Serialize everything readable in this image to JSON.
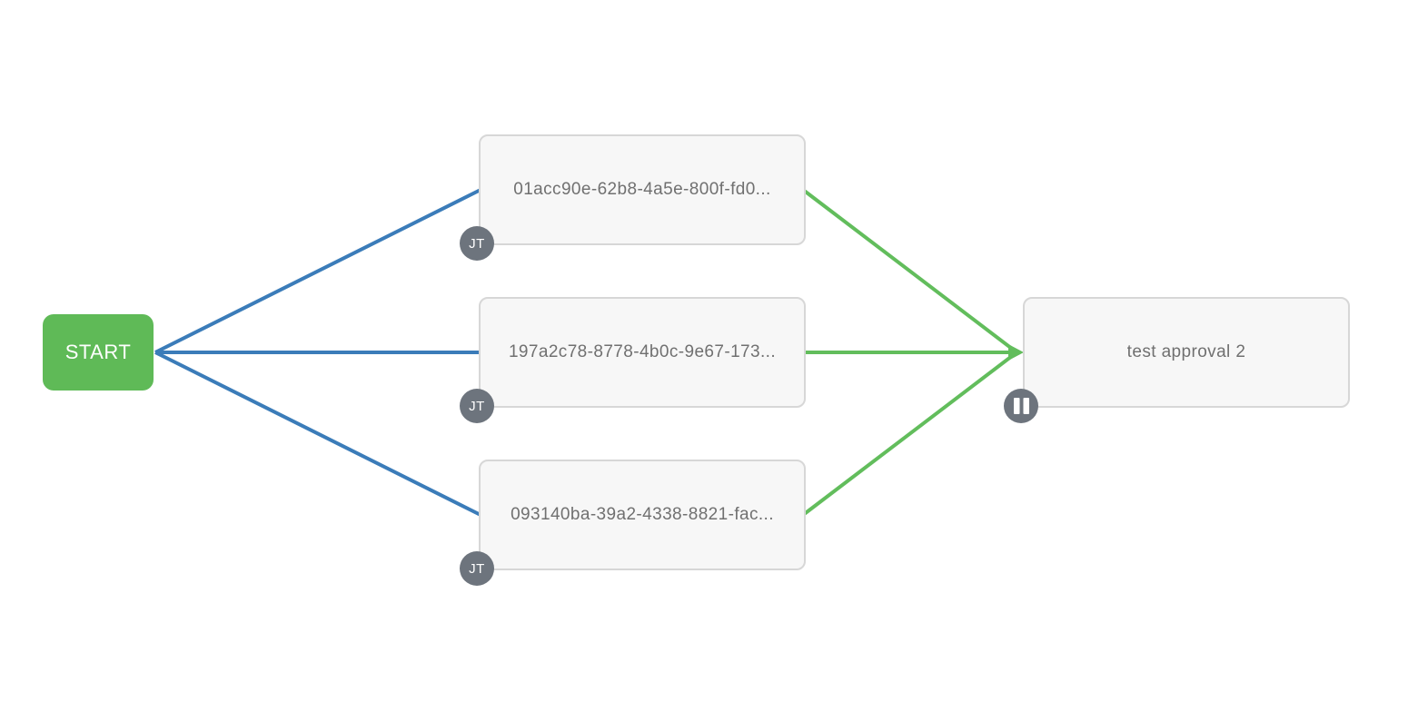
{
  "workflow": {
    "start": {
      "label": "START"
    },
    "nodes": [
      {
        "id_label": "01acc90e-62b8-4a5e-800f-fd0...",
        "type": "job-template",
        "badge": "JT"
      },
      {
        "id_label": "197a2c78-8778-4b0c-9e67-173...",
        "type": "job-template",
        "badge": "JT"
      },
      {
        "id_label": "093140ba-39a2-4338-8821-fac...",
        "type": "job-template",
        "badge": "JT"
      },
      {
        "id_label": "test approval 2",
        "type": "approval",
        "badge_icon": "pause-icon"
      }
    ],
    "edges": [
      {
        "from": "START",
        "to": "01acc90e-62b8-4a5e-800f-fd0...",
        "color": "#3b7cb9"
      },
      {
        "from": "START",
        "to": "197a2c78-8778-4b0c-9e67-173...",
        "color": "#3b7cb9"
      },
      {
        "from": "START",
        "to": "093140ba-39a2-4338-8821-fac...",
        "color": "#3b7cb9"
      },
      {
        "from": "01acc90e-62b8-4a5e-800f-fd0...",
        "to": "test approval 2",
        "color": "#62bd5c"
      },
      {
        "from": "197a2c78-8778-4b0c-9e67-173...",
        "to": "test approval 2",
        "color": "#62bd5c"
      },
      {
        "from": "093140ba-39a2-4338-8821-fac...",
        "to": "test approval 2",
        "color": "#62bd5c"
      }
    ]
  },
  "colors": {
    "start_green": "#5fba57",
    "edge_blue": "#3b7cb9",
    "edge_green": "#62bd5c",
    "badge_gray": "#6d747d",
    "node_bg": "#f7f7f7",
    "node_border": "#d7d7d7",
    "node_text": "#707070"
  }
}
